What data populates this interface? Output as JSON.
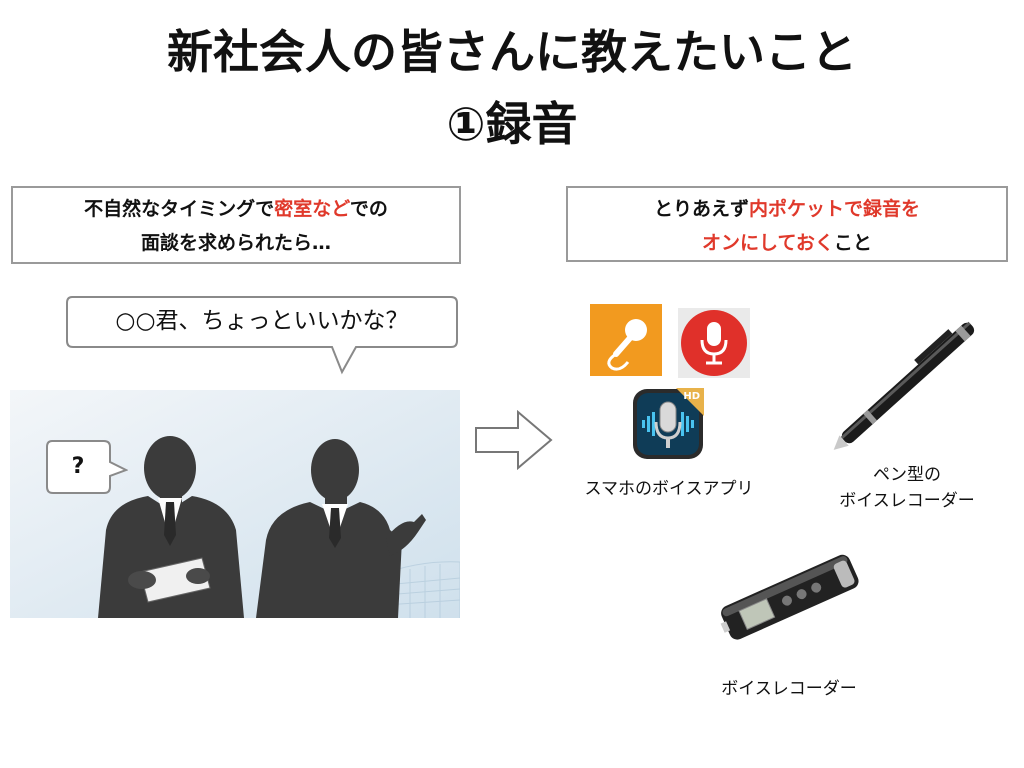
{
  "slide": {
    "title_line1": "新社会人の皆さんに教えたいこと",
    "title_line2": "①録音"
  },
  "left_box": {
    "line1_a": "不自然なタイミングで",
    "line1_red": "密室など",
    "line1_b": "での",
    "line2": "面談を求められたら…"
  },
  "right_box": {
    "line1_a": "とりあえず",
    "line1_red": "内ポケットで録音を",
    "line2_red": "オンにしておく",
    "line2_b": "こと"
  },
  "speech_bubble": {
    "text": "○○君、ちょっといいかな？"
  },
  "question_bubble": {
    "text": "?"
  },
  "captions": {
    "smartphone_apps": "スマホのボイスアプリ",
    "pen_recorder_line1": "ペン型の",
    "pen_recorder_line2": "ボイスレコーダー",
    "voice_recorder": "ボイスレコーダー"
  },
  "app_icons": [
    {
      "name": "microphone-app-orange",
      "color": "#f29a1f"
    },
    {
      "name": "recorder-app-red",
      "color": "#e0302a"
    },
    {
      "name": "voice-recorder-hd-app",
      "color": "#1f8fc9",
      "badge": "HD"
    }
  ],
  "colors": {
    "accent_red": "#e0392b",
    "border_gray": "#9a9a9a"
  }
}
